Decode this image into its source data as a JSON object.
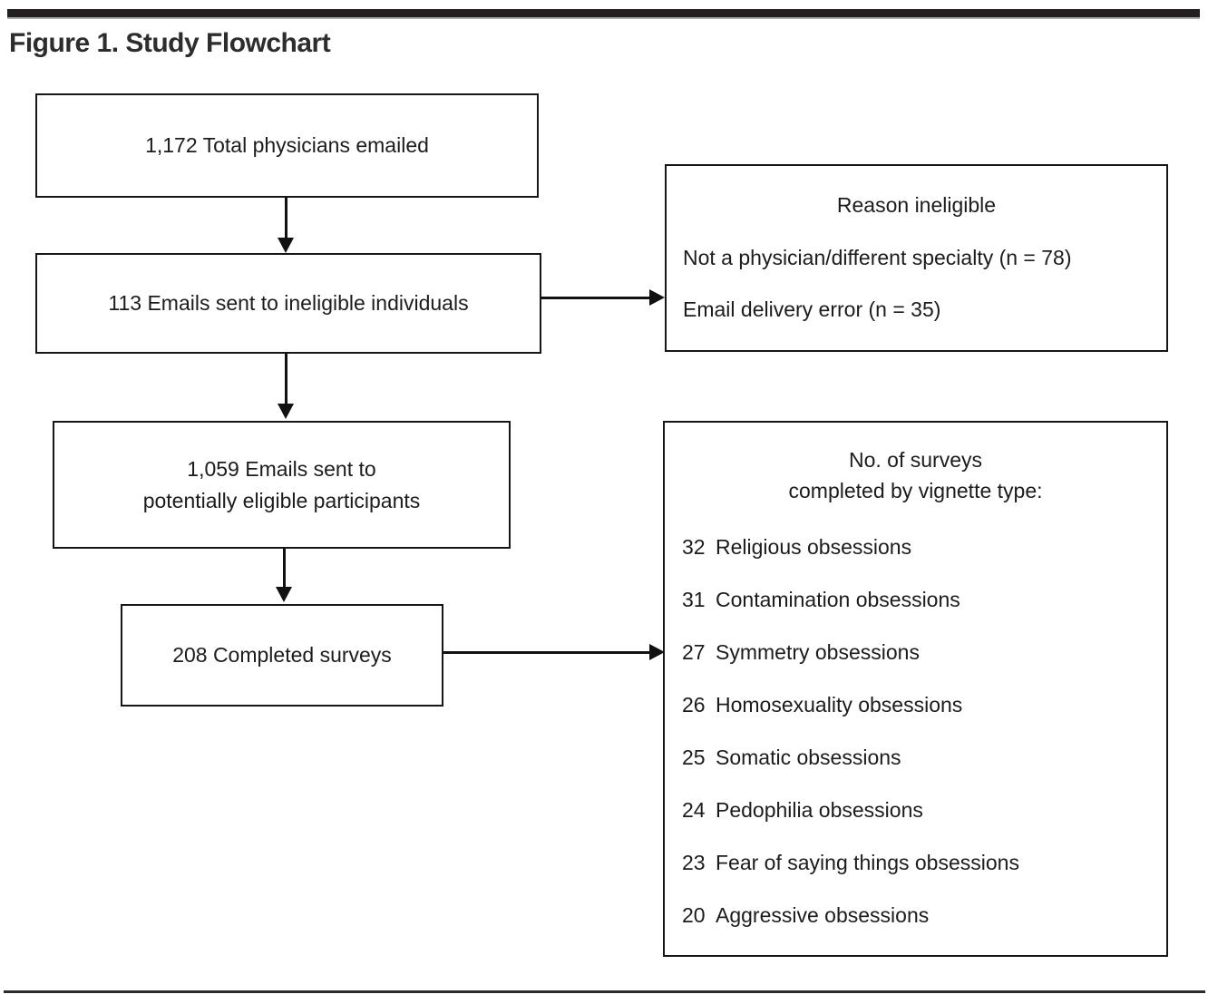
{
  "figure": {
    "title": "Figure 1. Study Flowchart"
  },
  "colors": {
    "ink": "#1c1c1c",
    "border": "#161616",
    "top_bar": "#231f20",
    "bottom_rule": "#2b2b2b",
    "background": "#ffffff"
  },
  "flow": {
    "box_total": {
      "label": "1,172 Total physicians emailed"
    },
    "box_ineligible": {
      "label": "113 Emails sent to ineligible individuals"
    },
    "box_potential": {
      "line1": "1,059 Emails sent to",
      "line2": "potentially eligible participants"
    },
    "box_completed": {
      "label": "208 Completed surveys"
    }
  },
  "reason_box": {
    "title": "Reason ineligible",
    "reasons": [
      {
        "label": "Not a physician/different specialty (n = 78)"
      },
      {
        "label": "Email delivery error (n = 35)"
      }
    ]
  },
  "surveys_box": {
    "title_line1": "No. of surveys",
    "title_line2": "completed by vignette type:",
    "items": [
      {
        "count": "32",
        "label": "Religious obsessions"
      },
      {
        "count": "31",
        "label": "Contamination obsessions"
      },
      {
        "count": "27",
        "label": "Symmetry obsessions"
      },
      {
        "count": "26",
        "label": "Homosexuality obsessions"
      },
      {
        "count": "25",
        "label": "Somatic obsessions"
      },
      {
        "count": "24",
        "label": "Pedophilia obsessions"
      },
      {
        "count": "23",
        "label": "Fear of saying things obsessions"
      },
      {
        "count": "20",
        "label": "Aggressive obsessions"
      }
    ]
  }
}
